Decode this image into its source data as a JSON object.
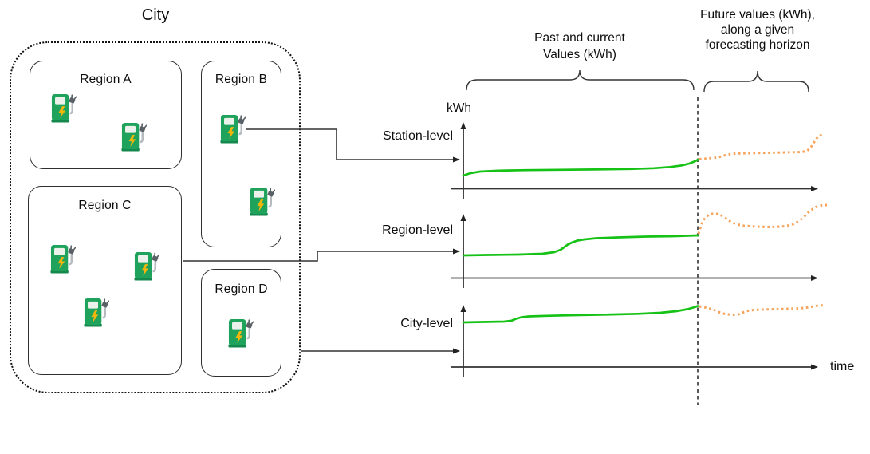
{
  "figure": {
    "city_label": "City",
    "regions": [
      {
        "name": "Region A",
        "stations": 2
      },
      {
        "name": "Region B",
        "stations": 2
      },
      {
        "name": "Region C",
        "stations": 3
      },
      {
        "name": "Region D",
        "stations": 1
      }
    ]
  },
  "charts": {
    "y_axis_label": "kWh",
    "x_axis_label": "time",
    "levels": [
      {
        "label": "Station-level"
      },
      {
        "label": "Region-level"
      },
      {
        "label": "City-level"
      }
    ],
    "past_annotation": "Past and current\nValues (kWh)",
    "future_annotation": "Future values (kWh),\nalong a given\nforecasting horizon"
  },
  "colors": {
    "past_line": "#16c216",
    "future_line": "#f6a45c",
    "diagram_lines": "#333333",
    "station_green": "#1fa35c",
    "bolt_yellow": "#f5b60a"
  },
  "chart_data": [
    {
      "type": "line",
      "level": "Station-level",
      "past_points": [
        [
          581,
          220
        ],
        [
          590,
          217
        ],
        [
          602,
          215
        ],
        [
          625,
          213.8
        ],
        [
          660,
          213.2
        ],
        [
          700,
          212.8
        ],
        [
          745,
          212.4
        ],
        [
          790,
          211.8
        ],
        [
          820,
          210.8
        ],
        [
          840,
          209.3
        ],
        [
          855,
          207.3
        ],
        [
          865,
          204.8
        ],
        [
          871,
          202.3
        ],
        [
          875,
          200.3
        ]
      ],
      "future_points": [
        [
          877,
          199.5
        ],
        [
          888,
          198.5
        ],
        [
          898,
          197.5
        ],
        [
          905,
          196
        ],
        [
          911,
          194
        ],
        [
          918,
          192.8
        ],
        [
          928,
          192.2
        ],
        [
          945,
          191.8
        ],
        [
          965,
          191.4
        ],
        [
          985,
          191
        ],
        [
          1002,
          190.6
        ],
        [
          1010,
          189.8
        ],
        [
          1014,
          187.5
        ],
        [
          1018,
          183
        ],
        [
          1022,
          176.5
        ],
        [
          1026,
          171
        ],
        [
          1031,
          168.5
        ]
      ]
    },
    {
      "type": "line",
      "level": "Region-level",
      "past_points": [
        [
          582,
          320
        ],
        [
          610,
          319.5
        ],
        [
          650,
          319
        ],
        [
          680,
          318
        ],
        [
          695,
          316
        ],
        [
          703,
          313
        ],
        [
          708,
          309.5
        ],
        [
          712,
          306.5
        ],
        [
          717,
          304
        ],
        [
          724,
          301.5
        ],
        [
          733,
          300
        ],
        [
          748,
          298.5
        ],
        [
          775,
          297.5
        ],
        [
          810,
          296.5
        ],
        [
          845,
          296
        ],
        [
          875,
          295
        ]
      ],
      "future_points": [
        [
          876,
          293
        ],
        [
          878,
          286
        ],
        [
          881,
          278
        ],
        [
          885,
          272
        ],
        [
          890,
          268.5
        ],
        [
          896,
          267.5
        ],
        [
          902,
          268.5
        ],
        [
          908,
          272
        ],
        [
          915,
          277
        ],
        [
          923,
          281
        ],
        [
          933,
          283
        ],
        [
          948,
          284
        ],
        [
          965,
          284.5
        ],
        [
          980,
          284
        ],
        [
          993,
          282
        ],
        [
          1002,
          277
        ],
        [
          1009,
          271
        ],
        [
          1016,
          264
        ],
        [
          1023,
          259.5
        ],
        [
          1030,
          257.5
        ],
        [
          1037,
          257
        ]
      ]
    },
    {
      "type": "line",
      "level": "City-level",
      "past_points": [
        [
          581,
          404
        ],
        [
          605,
          403.5
        ],
        [
          632,
          403
        ],
        [
          641,
          402
        ],
        [
          647,
          399.5
        ],
        [
          654,
          397.5
        ],
        [
          663,
          396.5
        ],
        [
          685,
          395.8
        ],
        [
          720,
          395
        ],
        [
          760,
          394.3
        ],
        [
          800,
          393.3
        ],
        [
          828,
          392
        ],
        [
          848,
          390
        ],
        [
          862,
          387.5
        ],
        [
          871,
          385
        ],
        [
          875,
          383.5
        ]
      ],
      "future_points": [
        [
          877,
          384
        ],
        [
          885,
          385.5
        ],
        [
          893,
          387.5
        ],
        [
          901,
          391
        ],
        [
          909,
          393.5
        ],
        [
          918,
          394.5
        ],
        [
          926,
          394
        ],
        [
          932,
          391.5
        ],
        [
          938,
          389.5
        ],
        [
          947,
          388.3
        ],
        [
          962,
          387.8
        ],
        [
          985,
          387.2
        ],
        [
          1005,
          386.3
        ],
        [
          1015,
          385
        ],
        [
          1024,
          383.3
        ],
        [
          1033,
          382.5
        ]
      ]
    }
  ]
}
